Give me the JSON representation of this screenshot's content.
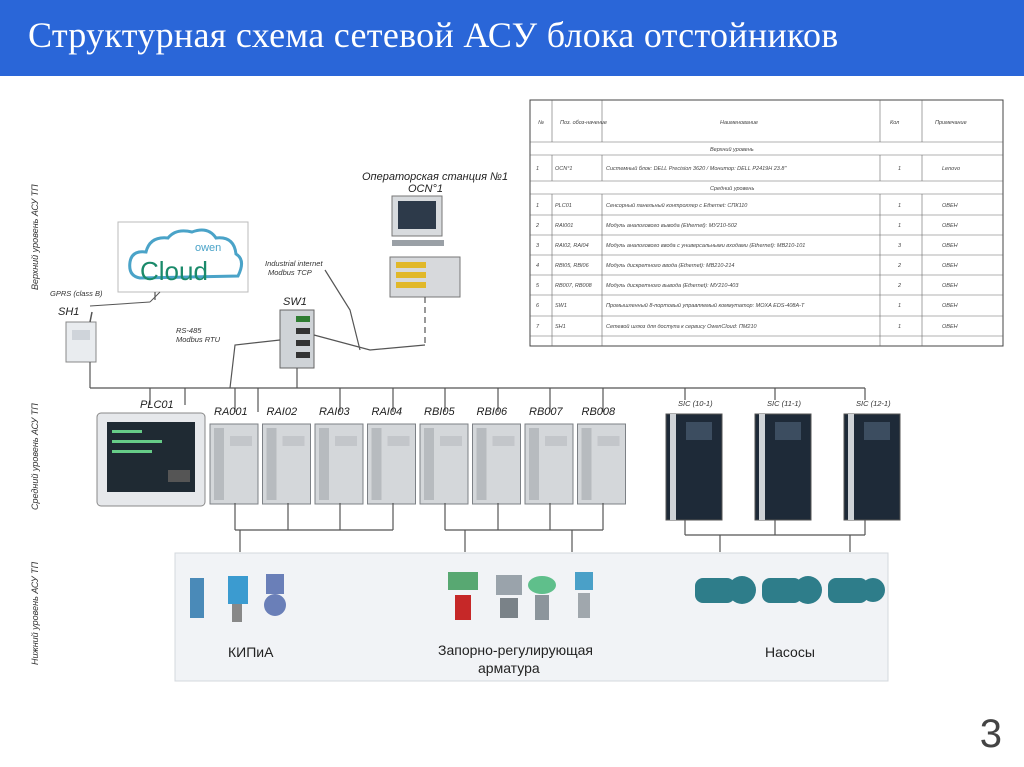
{
  "title": "Структурная схема сетевой АСУ блока отстойников",
  "page_number": "3",
  "levels": {
    "top": "Верхний уровень АСУ ТП",
    "middle": "Средний уровень АСУ ТП",
    "bottom": "Нижний уровень АСУ ТП"
  },
  "cloud": {
    "owen": "owen",
    "cloud": "Cloud"
  },
  "labels": {
    "operator_station": "Операторская станция №1",
    "operator_station_code": "ОСN°1",
    "industrial_internet": "Industrial internet",
    "modbus_tcp": "Modbus TCP",
    "gprs": "GPRS (class B)",
    "rs485": "RS-485",
    "modbus_rtu": "Modbus RTU",
    "sh1": "SH1",
    "sw1": "SW1",
    "plc01": "PLC01"
  },
  "modules": [
    "RA001",
    "RAI02",
    "RAI03",
    "RAI04",
    "RBI05",
    "RBI06",
    "RB007",
    "RB008"
  ],
  "drives": [
    "SIC (10-1)",
    "SIC (11-1)",
    "SIC (12-1)"
  ],
  "categories": {
    "kipia": "КИПиА",
    "valves_line1": "Запорно-регулирующая",
    "valves_line2": "арматура",
    "pumps": "Насосы"
  },
  "table": {
    "headers": [
      "№",
      "Поз. обоз-начение",
      "Наименование",
      "Кол",
      "Примечание"
    ],
    "section_top": "Верхний уровень",
    "section_mid": "Средний уровень",
    "rows": [
      {
        "n": "1",
        "pos": "ОСN°1",
        "name": "Системный блок: DELL Precision 3620 / Монитор: DELL P2419H 23.8\"",
        "qty": "1",
        "note": "Lenovo"
      },
      {
        "n": "1",
        "pos": "PLC01",
        "name": "Сенсорный панельный контроллер с Ethernet: СПК110",
        "qty": "1",
        "note": "ОВЕН"
      },
      {
        "n": "2",
        "pos": "RAI001",
        "name": "Модуль аналогового вывода (Ethernet): МУ210-502",
        "qty": "1",
        "note": "ОВЕН"
      },
      {
        "n": "3",
        "pos": "RAI02, RAI04",
        "name": "Модуль аналогового ввода с универсальными входами (Ethernet): МВ210-101",
        "qty": "3",
        "note": "ОВЕН"
      },
      {
        "n": "4",
        "pos": "RBI05, RBI06",
        "name": "Модуль дискретного ввода (Ethernet): МВ210-214",
        "qty": "2",
        "note": "ОВЕН"
      },
      {
        "n": "5",
        "pos": "RB007, RB008",
        "name": "Модуль дискретного вывода (Ethernet): МУ210-403",
        "qty": "2",
        "note": "ОВЕН"
      },
      {
        "n": "6",
        "pos": "SW1",
        "name": "Промышленный 8-портовый управляемый коммутатор: MOXA EDS-408A-T",
        "qty": "1",
        "note": "ОВЕН"
      },
      {
        "n": "7",
        "pos": "SH1",
        "name": "Сетевой шлюз для доступа к сервису OwenCloud: ПМ210",
        "qty": "1",
        "note": "ОВЕН"
      }
    ]
  },
  "colors": {
    "title_bg": "#2a66d8",
    "cloud_blue": "#4aa3c8",
    "cloud_green": "#1a8a6a",
    "drive_dark": "#1e2a38"
  }
}
